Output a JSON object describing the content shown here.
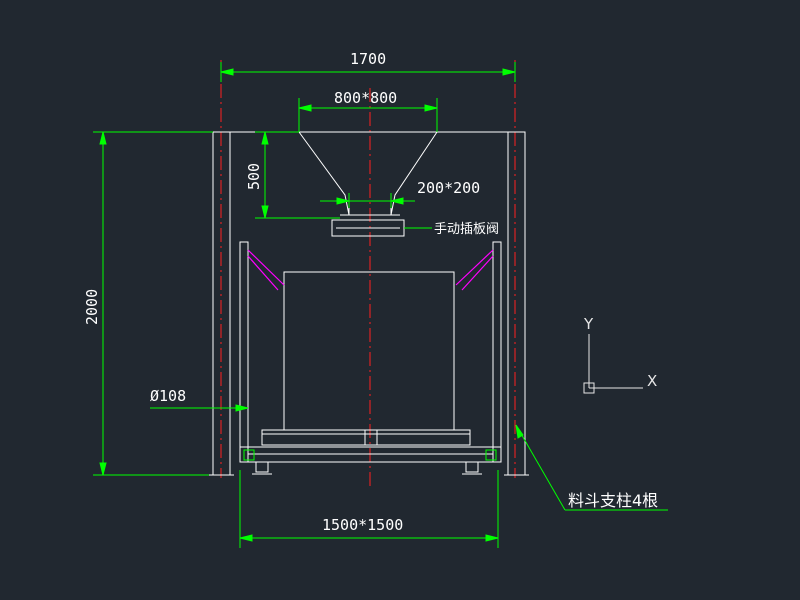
{
  "drawing": {
    "dimensions": {
      "top_width": "1700",
      "hopper_top_width": "800*800",
      "hopper_height": "500",
      "outlet_size": "200*200",
      "total_height": "2000",
      "base_width": "1500*1500",
      "pipe_diameter": "Ø108"
    },
    "annotations": {
      "valve_label": "手动插板阀",
      "column_label": "料斗支柱4根"
    },
    "ucs": {
      "y_label": "Y",
      "x_label": "X"
    },
    "colors": {
      "background": "#212830",
      "dimension": "#00ff00",
      "centerline": "#ff2020",
      "structure": "#ffffff",
      "brace": "#ff00ff",
      "leader": "#00ff00"
    }
  }
}
